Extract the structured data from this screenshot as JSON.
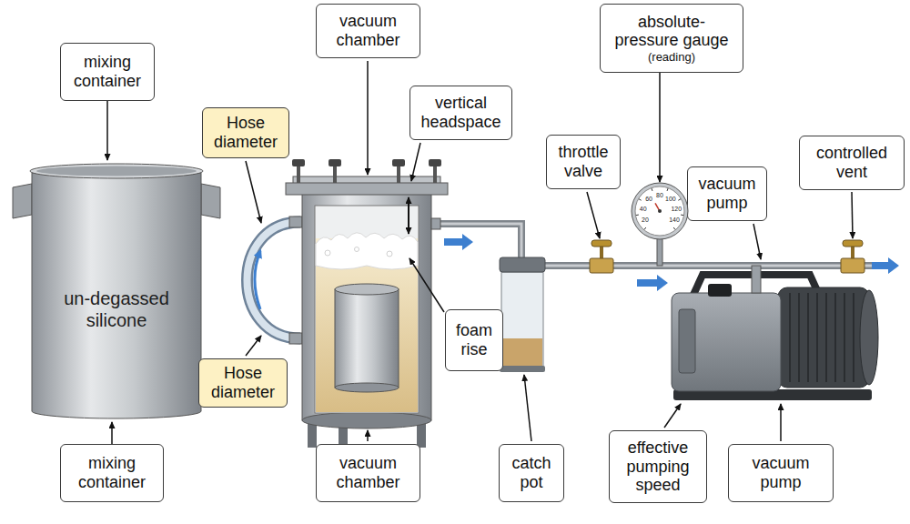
{
  "diagram": {
    "nodes": [
      {
        "text": [
          "mixing container"
        ]
      },
      {
        "text": [
          "vacuum chamber"
        ]
      },
      {
        "text": [
          "absolute-pressure gauge",
          "(reading)"
        ]
      },
      {
        "text": [
          "vertical headspace"
        ]
      },
      {
        "text": [
          "Hose diameter"
        ]
      },
      {
        "text": [
          "throttle valve"
        ]
      },
      {
        "text": [
          "controlled vent"
        ]
      },
      {
        "text": [
          "un-degassed silicone"
        ]
      },
      {
        "text": [
          "vacuum pump"
        ]
      },
      {
        "text": [
          "20",
          "40",
          "60",
          "80",
          "100",
          "120",
          "140"
        ]
      },
      {
        "text": [
          "foam rise"
        ]
      },
      {
        "text": [
          "Hose diameter"
        ]
      },
      {
        "text": [
          "effective pumping speed"
        ]
      },
      {
        "text": [
          "mixing container"
        ]
      },
      {
        "text": [
          "vacuum chamber"
        ]
      },
      {
        "text": [
          "catch pot"
        ]
      },
      {
        "text": [
          "vacuum pump"
        ]
      }
    ],
    "edges": [
      {
        "from": 0,
        "to": 7,
        "arrow": "to"
      },
      {
        "from": 13,
        "to": 7,
        "arrow": "to"
      },
      {
        "from": 2,
        "to": 9,
        "arrow": "to"
      }
    ]
  }
}
